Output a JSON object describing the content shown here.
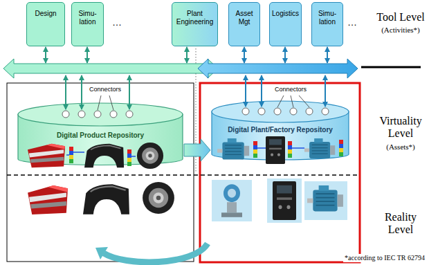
{
  "diagram": {
    "nodes": [
      {
        "text": [
          "Design"
        ]
      },
      {
        "text": [
          "Simu- lation"
        ]
      },
      {
        "text": [
          "Plant Engineering"
        ]
      },
      {
        "text": [
          "Asset Mgt"
        ]
      },
      {
        "text": [
          "Logistics"
        ]
      },
      {
        "text": [
          "Simu- lation"
        ]
      },
      {
        "text": [
          "Digital Product Repository"
        ]
      },
      {
        "text": [
          "Digital Plant/Factory Repository"
        ]
      }
    ],
    "edges": [
      {
        "from": 6,
        "to": 7,
        "arrow": "to"
      }
    ],
    "labels": [
      "…",
      "…",
      "Tool Level",
      "(Activities*)",
      "Connectors",
      "Connectors",
      "Virtuality Level",
      "(Assets*)",
      "Reality Level",
      "*according to IEC TR 62794"
    ]
  }
}
